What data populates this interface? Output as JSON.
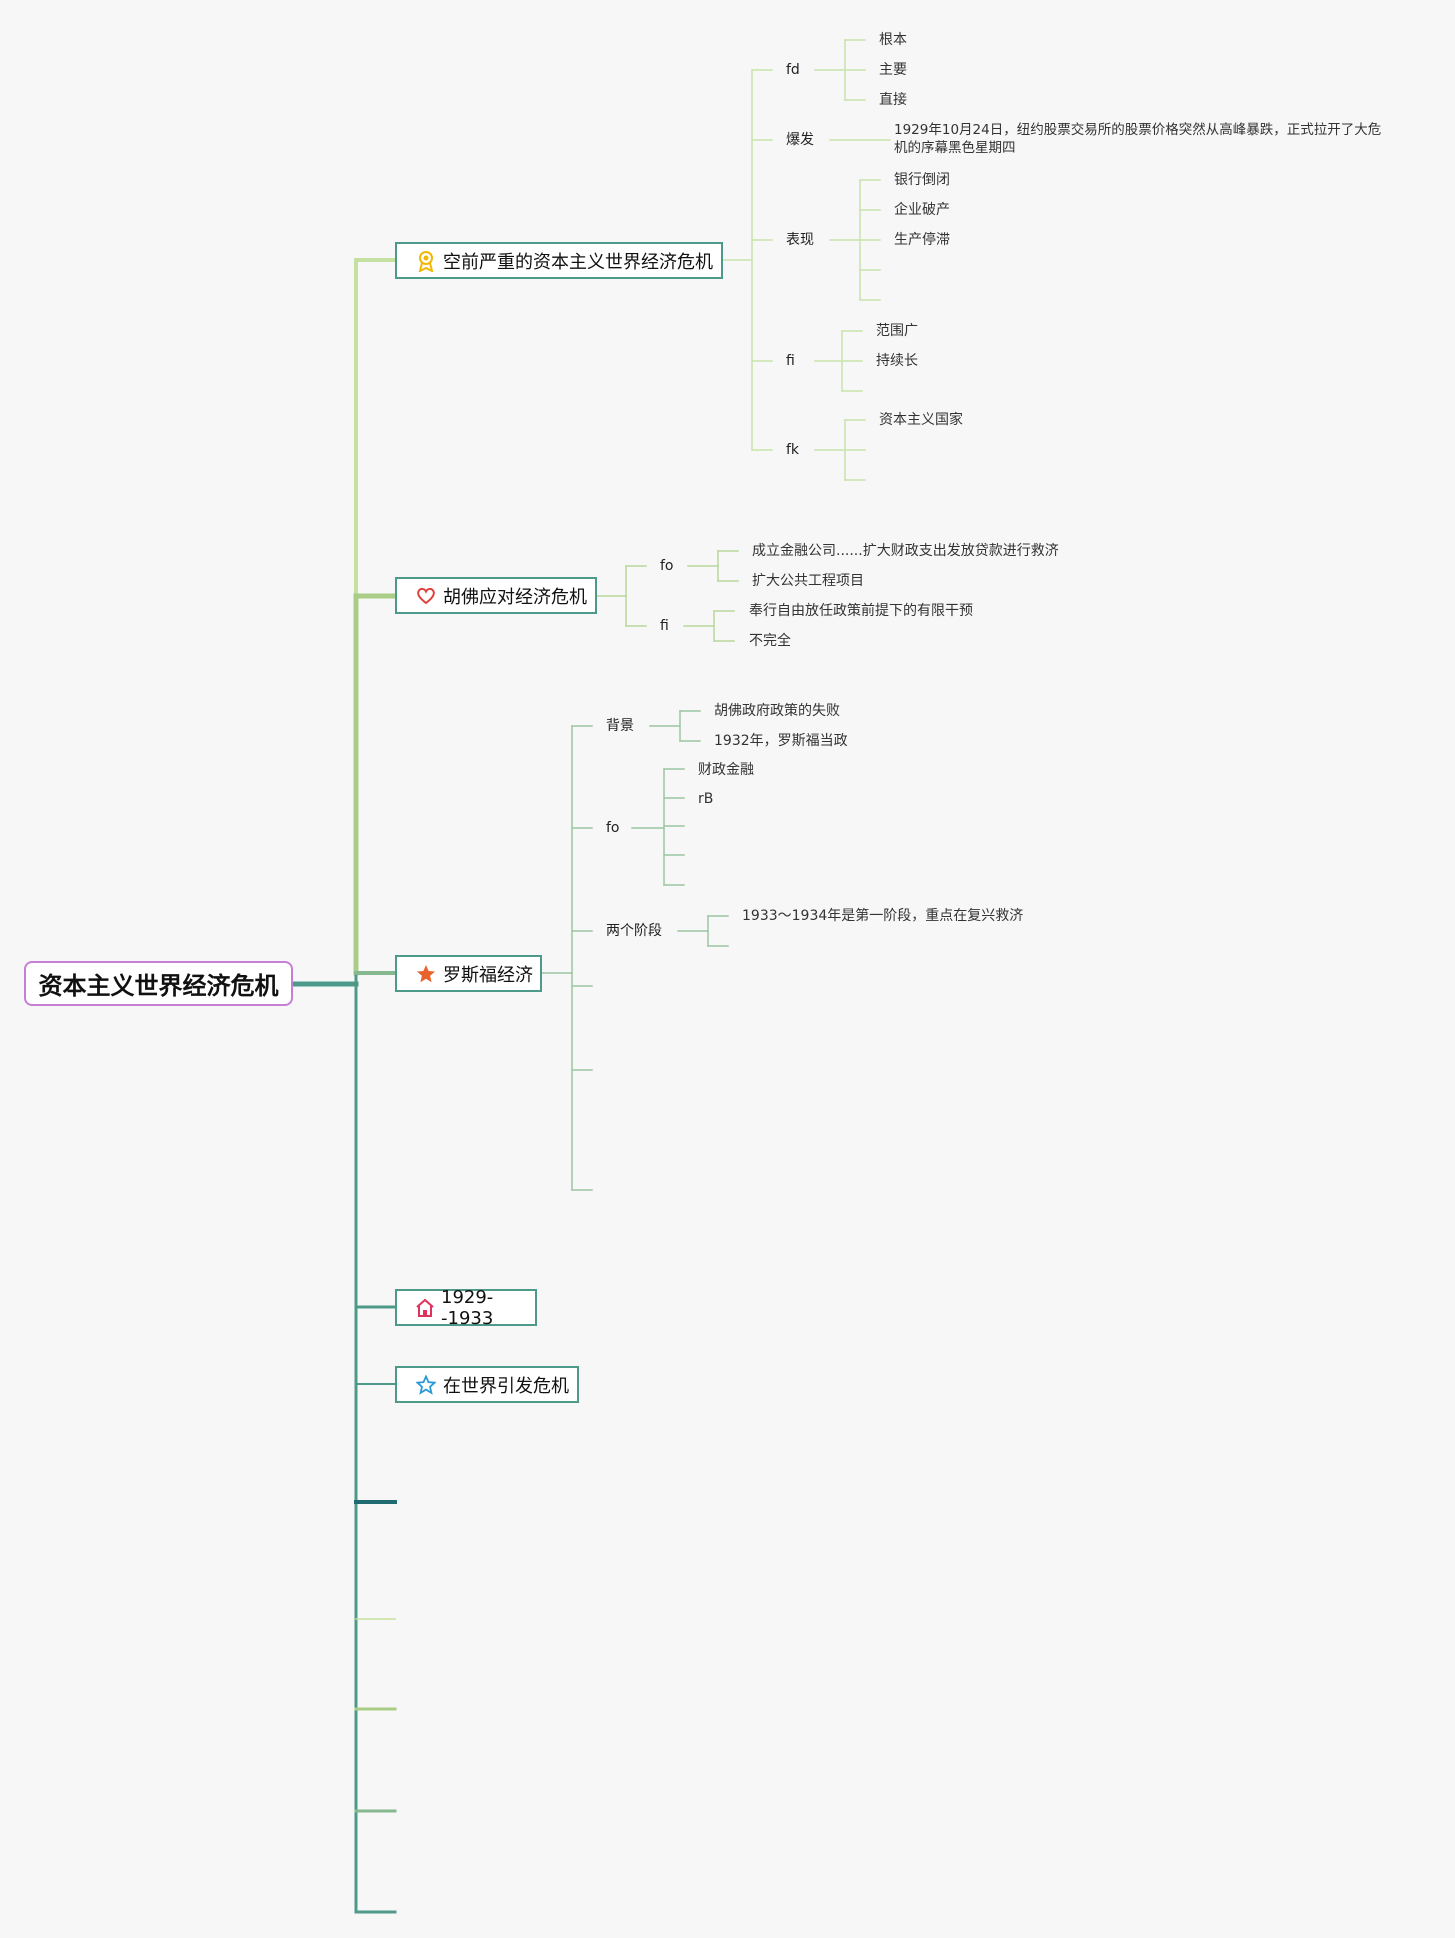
{
  "root": {
    "title": "资本主义世界经济危机"
  },
  "topics": [
    {
      "label": "空前严重的资本主义世界经济危机",
      "icon": "award-ribbon-icon",
      "icon_color": "#f2b705",
      "children": [
        {
          "label": "fd",
          "items": [
            "根本",
            "主要",
            "直接"
          ]
        },
        {
          "label": "爆发",
          "items": [
            "1929年10月24日，纽约股票交易所的股票价格突然从高峰暴跌，正式拉开了大危机的序幕黑色星期四"
          ]
        },
        {
          "label": "表现",
          "items": [
            "银行倒闭",
            "企业破产",
            "生产停滞"
          ]
        },
        {
          "label": "fi",
          "items": [
            "范围广",
            "持续长"
          ]
        },
        {
          "label": "fk",
          "items": [
            "资本主义国家"
          ]
        }
      ]
    },
    {
      "label": "胡佛应对经济危机",
      "icon": "heart-icon",
      "icon_color": "#e0413b",
      "children": [
        {
          "label": "fo",
          "items": [
            "成立金融公司......扩大财政支出发放贷款进行救济",
            "扩大公共工程项目"
          ]
        },
        {
          "label": "fi",
          "items": [
            "奉行自由放任政策前提下的有限干预",
            "不完全"
          ]
        }
      ]
    },
    {
      "label": "罗斯福经济",
      "icon": "star-filled-icon",
      "icon_color": "#e8622c",
      "children": [
        {
          "label": "背景",
          "items": [
            "胡佛政府政策的失败",
            "1932年，罗斯福当政"
          ]
        },
        {
          "label": "fo",
          "items": [
            "财政金融",
            "rB"
          ]
        },
        {
          "label": "两个阶段",
          "items": [
            "1933～1934年是第一阶段，重点在复兴救济"
          ]
        }
      ]
    },
    {
      "label": "1929--1933",
      "icon": "home-icon",
      "icon_color": "#e0325b"
    },
    {
      "label": "在世界引发危机",
      "icon": "star-outline-icon",
      "icon_color": "#2a9ad6"
    }
  ]
}
